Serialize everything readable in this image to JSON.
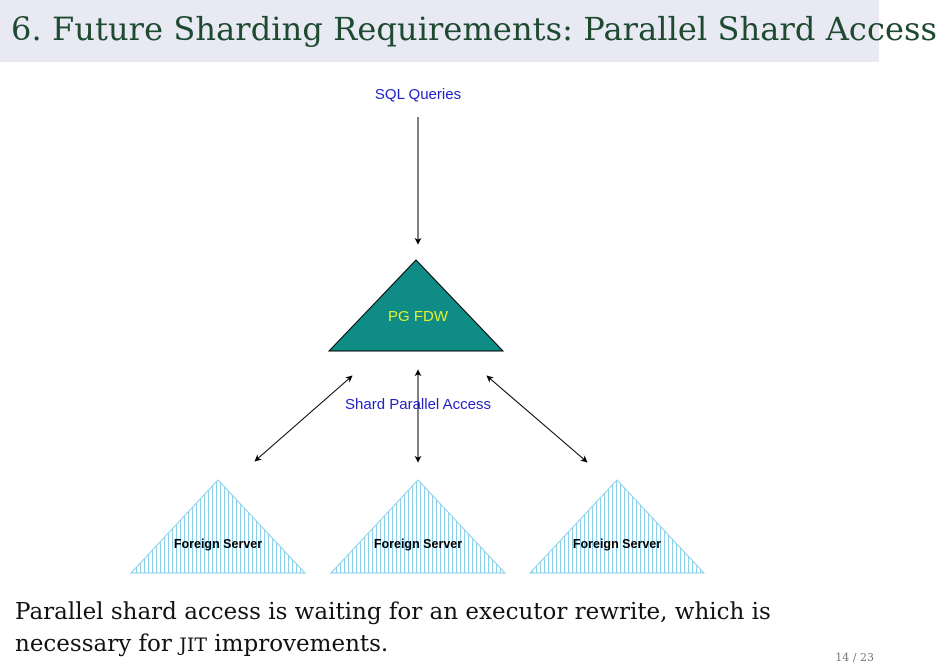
{
  "title": "6. Future Sharding Requirements: Parallel Shard Access",
  "diagram": {
    "source_label": "SQL Queries",
    "coordinator_label": "PG FDW",
    "access_label": "Shard Parallel Access",
    "servers": [
      {
        "label": "Foreign Server"
      },
      {
        "label": "Foreign Server"
      },
      {
        "label": "Foreign Server"
      }
    ],
    "colors": {
      "label_blue": "#2020c8",
      "coordinator_fill": "#0f8c86",
      "coordinator_text": "#e4f030",
      "server_hatch": "#8cd0ea"
    }
  },
  "body": {
    "line1": "Parallel shard access is waiting for an executor rewrite, which is",
    "line2_pre": "necessary for ",
    "line2_sc": "JIT",
    "line2_post": " improvements."
  },
  "page_number": "14 / 23"
}
